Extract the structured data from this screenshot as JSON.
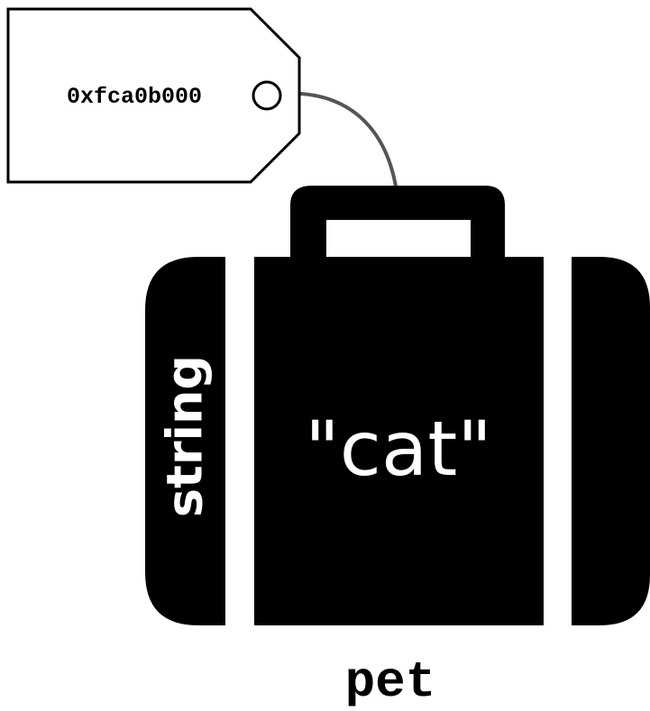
{
  "tag": {
    "address": "0xfca0b000"
  },
  "suitcase": {
    "type_label": "string",
    "value_label": "\"cat\""
  },
  "variable": {
    "name": "pet"
  },
  "colors": {
    "ink": "#000000",
    "paper": "#ffffff",
    "string_line": "#555555"
  }
}
